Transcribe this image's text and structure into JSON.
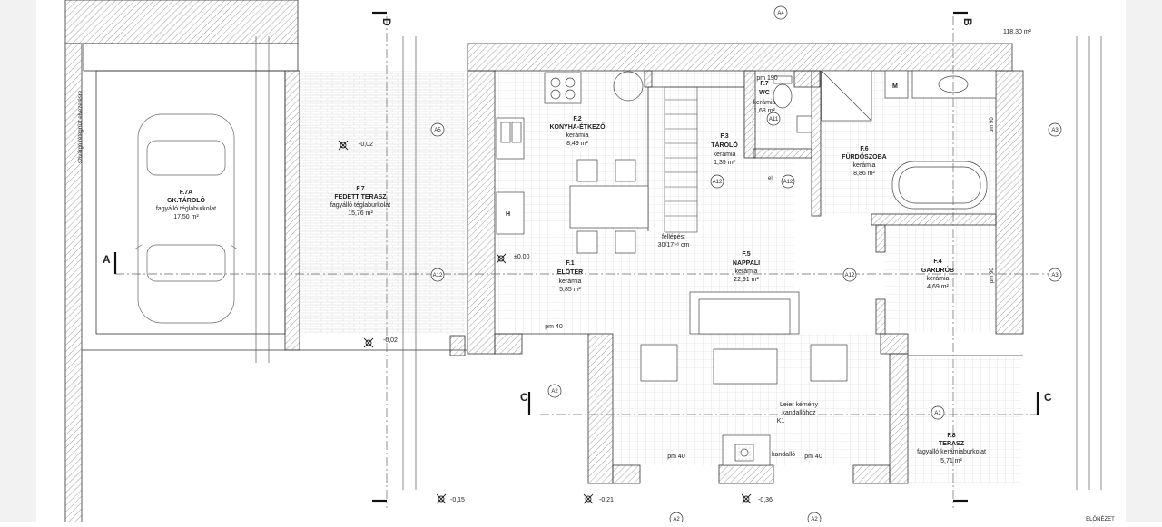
{
  "total_area": "118,30 m²",
  "rooms": [
    {
      "id": "F.7A",
      "name": "GK.TÁROLÓ",
      "material": "fagyálló téglaburkolat",
      "area": "17,50 m²"
    },
    {
      "id": "F.7",
      "name": "FEDETT TERASZ",
      "material": "fagyálló téglaburkolat",
      "area": "15,76 m²"
    },
    {
      "id": "F.2",
      "name": "KONYHA-ÉTKEZŐ",
      "material": "kerámia",
      "area": "8,49 m²"
    },
    {
      "id": "F.1",
      "name": "ELŐTÉR",
      "material": "kerámia",
      "area": "5,85 m²"
    },
    {
      "id": "F.7",
      "name": "WC",
      "material": "kerámia",
      "area": "1,68 m²"
    },
    {
      "id": "F.3",
      "name": "TÁROLÓ",
      "material": "kerámia",
      "area": "1,39 m²"
    },
    {
      "id": "F.6",
      "name": "FÜRDŐSZOBA",
      "material": "kerámia",
      "area": "8,86 m²"
    },
    {
      "id": "F.5",
      "name": "NAPPALI",
      "material": "kerámia",
      "area": "22,91 m²"
    },
    {
      "id": "F.4",
      "name": "GARDRÓB",
      "material": "kerámia",
      "area": "4,69 m²"
    },
    {
      "id": "F.8",
      "name": "TERASZ",
      "material": "fagyálló kerámiaburkolat",
      "area": "5,71 m²"
    }
  ],
  "stairs_note": "fellépés:",
  "stairs_value": "30/17⁵⁸ cm",
  "chimney_note_1": "Leier kémény",
  "chimney_note_2": "kandallóhoz",
  "chimney_note_3": "K1",
  "fireplace": "kandalló",
  "left_edge_note": "szivárgó rétegrűzt elvezetésre",
  "wc_dim": "pm 190",
  "letters": {
    "M": "M",
    "H": "H"
  },
  "section_marks": {
    "A": "A",
    "B": "B",
    "C": "C",
    "D": "D"
  },
  "levels": {
    "garage": "-0,02",
    "terrace": "-0,02",
    "floor": "±0,00",
    "out1": "-0,15",
    "out2": "-0,21",
    "out3": "-0,36"
  },
  "tags": {
    "A1": "A1",
    "A2": "A2",
    "A3": "A3",
    "A4": "A4",
    "A5": "A5",
    "A11": "A11",
    "A12": "A12"
  },
  "pm40": "pm 40",
  "pm90": "pm 90",
  "el": "el.",
  "rozsasz": "ELŐNÉZET"
}
